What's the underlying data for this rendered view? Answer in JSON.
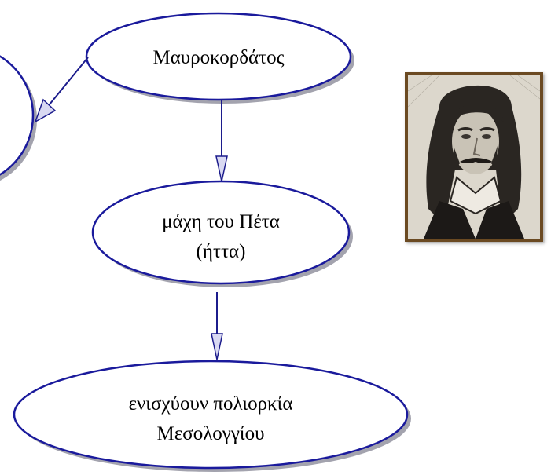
{
  "colors": {
    "node_border": "#1a1a9c",
    "node_shadow": "#8c8c9a",
    "arrow": "#1c1c8c",
    "background": "#ffffff"
  },
  "nodes": {
    "top": {
      "label": "Μαυροκορδάτος"
    },
    "middle": {
      "line1": "μάχη του Πέτα",
      "line2": "(ήττα)"
    },
    "bottom": {
      "line1": "ενισχύουν πολιορκία",
      "line2": "Μεσολογγίου"
    }
  },
  "portrait": {
    "subject": "portrait-engraving-icon"
  }
}
